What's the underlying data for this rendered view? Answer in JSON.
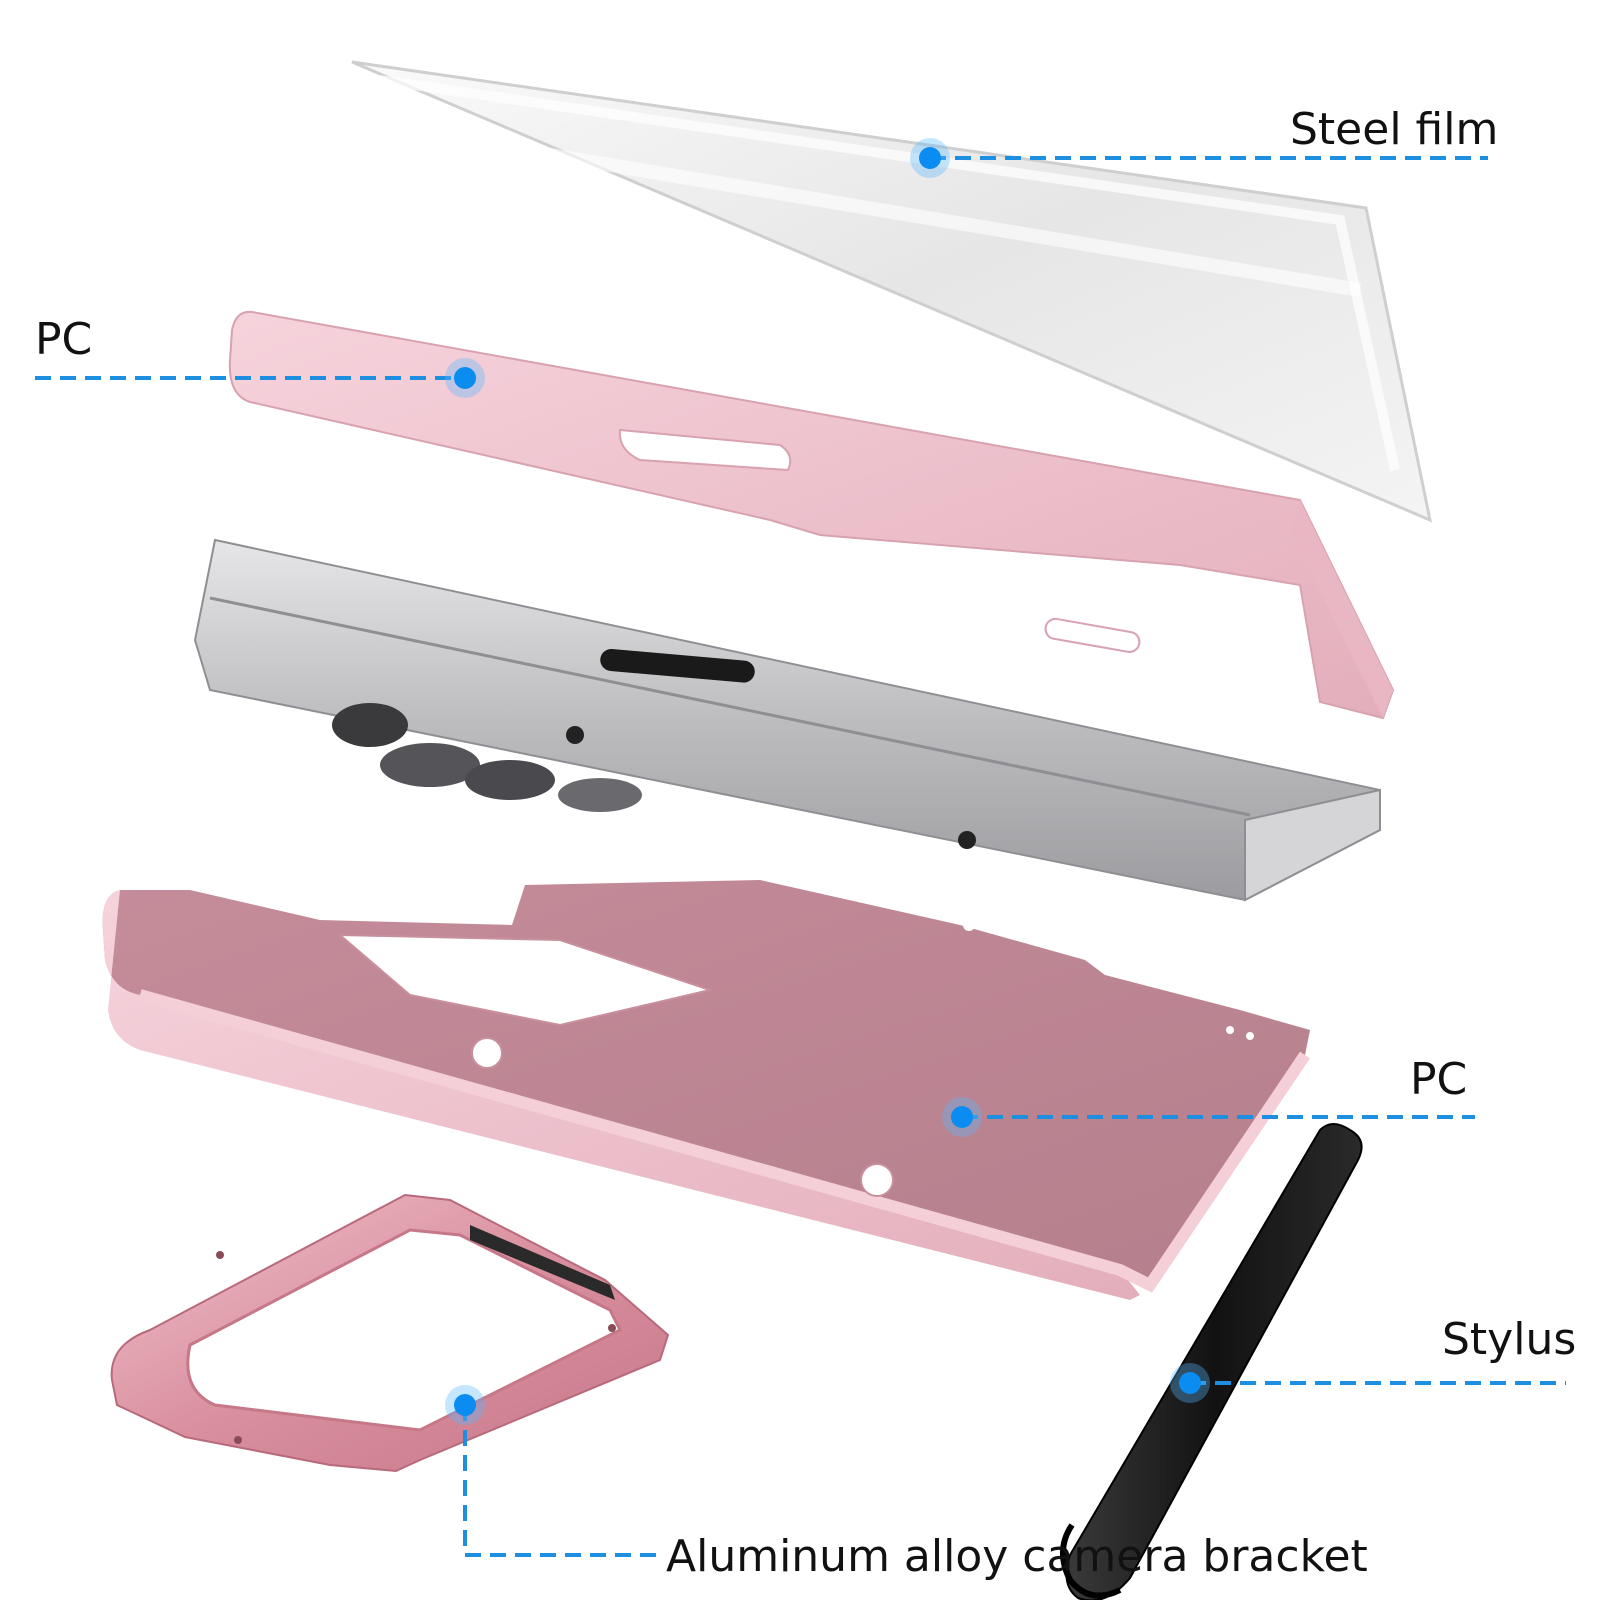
{
  "labels": {
    "steel_film": "Steel film",
    "pc_top": "PC",
    "pc_bottom": "PC",
    "stylus": "Stylus",
    "camera_bracket": "Aluminum alloy camera bracket"
  },
  "colors": {
    "accent": "#0a8cf0",
    "pink": "#e9b9c6",
    "pink_dark": "#c98e9c",
    "silver": "#c7c7c9",
    "rose_metal": "#d98f9e",
    "stylus": "#1c1c1c"
  }
}
